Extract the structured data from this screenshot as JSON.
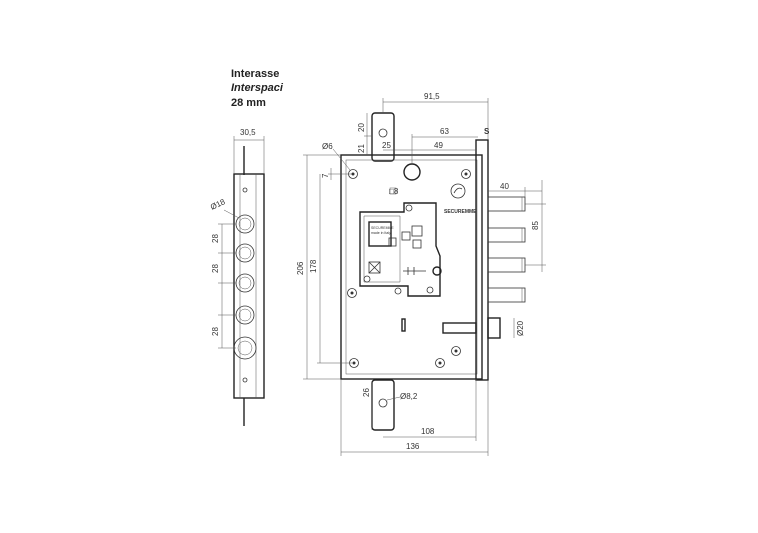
{
  "header": {
    "line1": "Interasse",
    "line2": "Interspaci",
    "line3": "28 mm"
  },
  "side_view": {
    "width": "30,5",
    "hole_diameter": "Ø18",
    "spacing_1": "28",
    "spacing_2": "28",
    "spacing_3": "28"
  },
  "front_view": {
    "dim_91_5": "91,5",
    "dim_20": "20",
    "dim_21": "21",
    "dim_63": "63",
    "dim_s": "S",
    "dim_49": "49",
    "dim_25": "25",
    "dim_d6": "Ø6",
    "dim_7": "7",
    "dim_sq8": "□8",
    "dim_40": "40",
    "dim_85": "85",
    "dim_206": "206",
    "dim_178": "178",
    "dim_d20": "Ø20",
    "dim_26": "26",
    "dim_d8_2": "Ø8,2",
    "dim_108": "108",
    "dim_136": "136",
    "brand": "SECUREMME",
    "plate_brand": "SECUREMME",
    "plate_made": "made in Italy"
  }
}
